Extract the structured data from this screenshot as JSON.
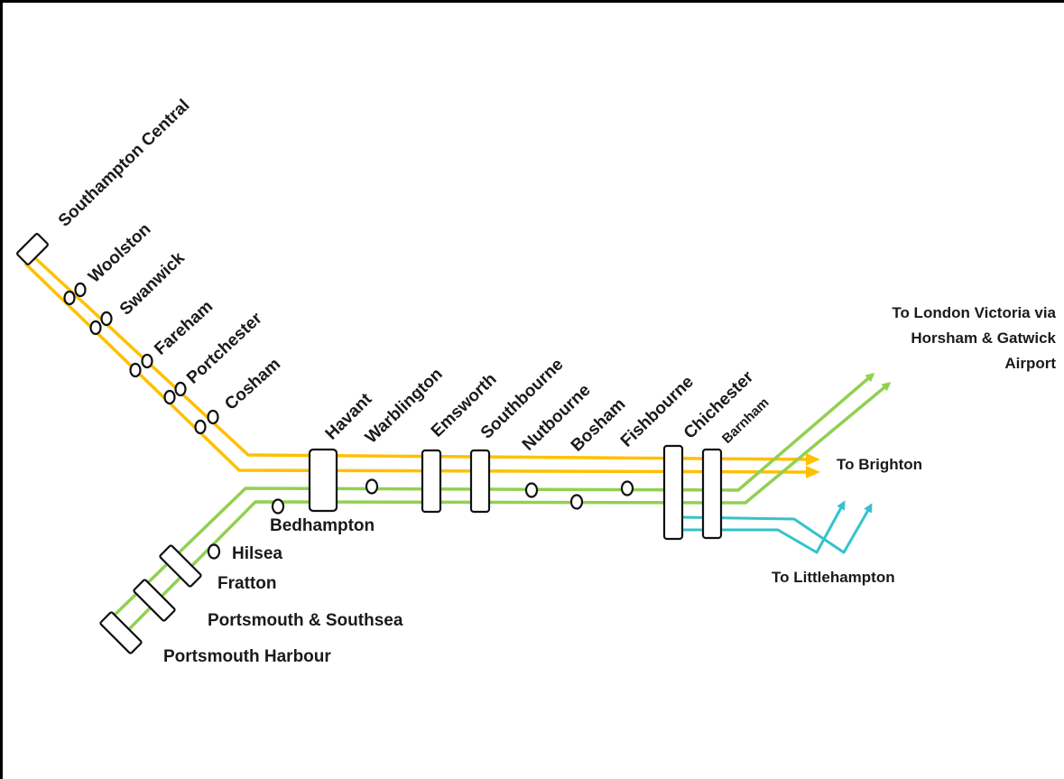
{
  "colors": {
    "yellow_line": "#FFC000",
    "green_line": "#92D050",
    "cyan_line": "#33C3CB",
    "station_fill": "#FFFFFF",
    "station_stroke": "#111111"
  },
  "stations": {
    "southampton_central": "Southampton Central",
    "woolston": "Woolston",
    "swanwick": "Swanwick",
    "fareham": "Fareham",
    "portchester": "Portchester",
    "cosham": "Cosham",
    "havant": "Havant",
    "warblington": "Warblington",
    "emsworth": "Emsworth",
    "southbourne": "Southbourne",
    "nutbourne": "Nutbourne",
    "bosham": "Bosham",
    "fishbourne": "Fishbourne",
    "chichester": "Chichester",
    "barnham": "Barnham",
    "bedhampton": "Bedhampton",
    "hilsea": "Hilsea",
    "fratton": "Fratton",
    "portsmouth_southsea": "Portsmouth & Southsea",
    "portsmouth_harbour": "Portsmouth Harbour"
  },
  "destinations": {
    "london_line1": "To London Victoria via",
    "london_line2": "Horsham & Gatwick",
    "london_line3": "Airport",
    "brighton": "To Brighton",
    "littlehampton": "To Littlehampton"
  }
}
